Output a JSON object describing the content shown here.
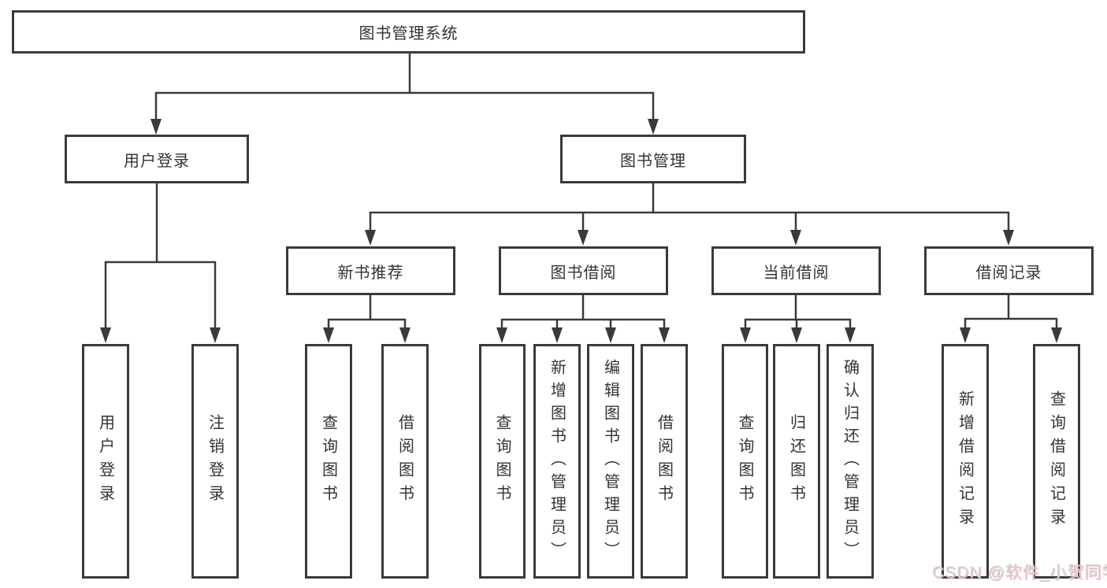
{
  "diagram": {
    "title": "图书管理系统",
    "nodes": {
      "root": "图书管理系统",
      "user_login": "用户登录",
      "book_mgmt": "图书管理",
      "user_login_child": "用户登录",
      "logout": "注销登录",
      "new_book_rec": "新书推荐",
      "book_borrow": "图书借阅",
      "current_borrow": "当前借阅",
      "borrow_record": "借阅记录",
      "query_book_rec": "查询图书",
      "borrow_book_rec": "借阅图书",
      "query_book_borrow": "查询图书",
      "add_book_admin": "新增图书（管理员）",
      "edit_book_admin": "编辑图书（管理员）",
      "borrow_book_borrow": "借阅图书",
      "query_book_current": "查询图书",
      "return_book": "归还图书",
      "confirm_return_admin": "确认归还（管理员）",
      "add_borrow_record": "新增借阅记录",
      "query_borrow_record": "查询借阅记录"
    },
    "colors": {
      "line": "#3a3a3a",
      "box_border": "#3a3a3a",
      "text": "#333333",
      "background": "#ffffff",
      "watermark_text": "#d8d2d2",
      "watermark_shadow": "#e9a9a9"
    }
  },
  "watermark": {
    "text": "CSDN @软件_小贺同学"
  }
}
